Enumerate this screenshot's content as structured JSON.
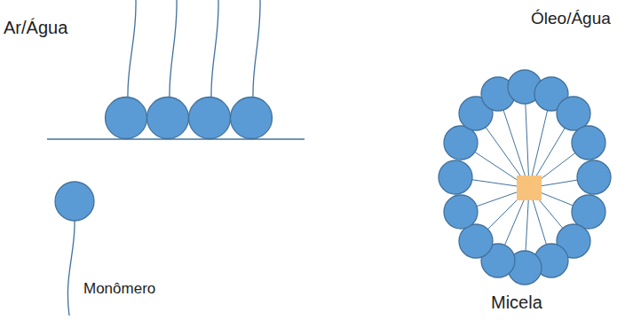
{
  "diagram": {
    "labels": [
      "Ar/Água",
      "Óleo/Água",
      "Monômero",
      "Micela"
    ]
  }
}
